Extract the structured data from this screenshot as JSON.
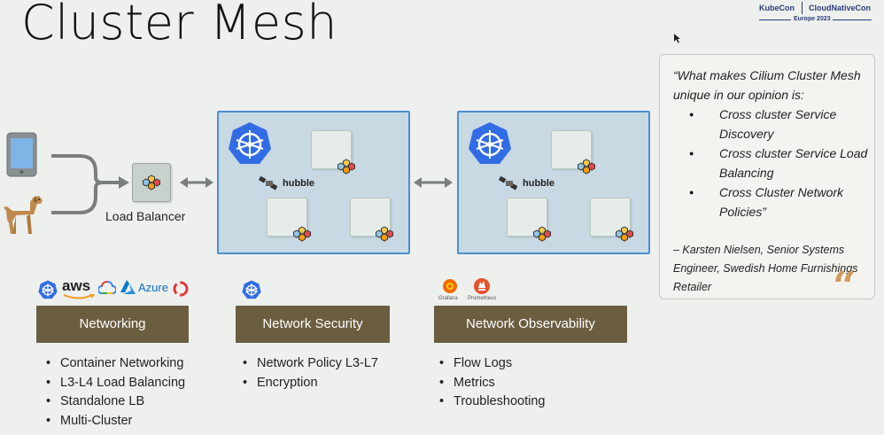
{
  "slide": {
    "title": "Cluster Mesh"
  },
  "event": {
    "name_left": "KubeCon",
    "name_right": "CloudNativeCon",
    "edition": "Europe 2023"
  },
  "diagram": {
    "load_balancer_label": "Load Balancer",
    "clusters": [
      {
        "hubble_label": "hubble"
      },
      {
        "hubble_label": "hubble"
      }
    ]
  },
  "logos": {
    "cloud": [
      "aws",
      "Azure"
    ],
    "observability": [
      "Grafana",
      "Prometheus"
    ]
  },
  "categories": [
    {
      "label": "Networking",
      "items": [
        "Container Networking",
        "L3-L4 Load Balancing",
        "Standalone LB",
        "Multi-Cluster"
      ]
    },
    {
      "label": "Network Security",
      "items": [
        "Network Policy L3-L7",
        "Encryption"
      ]
    },
    {
      "label": "Network Observability",
      "items": [
        "Flow Logs",
        "Metrics",
        "Troubleshooting"
      ]
    }
  ],
  "quote": {
    "intro": "“What makes Cilium Cluster Mesh unique in our opinion is:",
    "points": [
      "Cross cluster Service Discovery",
      "Cross cluster Service Load Balancing",
      "Cross Cluster Network Policies”"
    ],
    "attribution": "– Karsten Nielsen, Senior Systems Engineer, Swedish Home Furnishings Retailer"
  },
  "colors": {
    "cluster_fill": "#c8d9e4",
    "cluster_border": "#4b8fcf",
    "category_button": "#6b5d3f",
    "kubernetes_blue": "#326ce5",
    "quote_mark": "#d49a5b"
  }
}
